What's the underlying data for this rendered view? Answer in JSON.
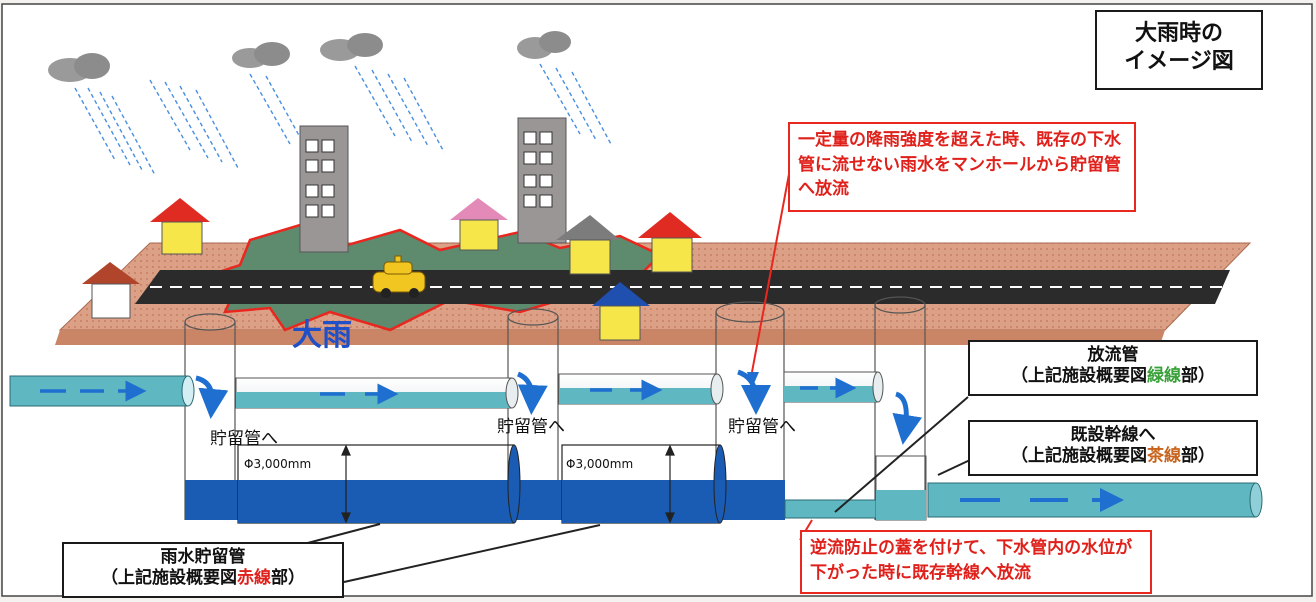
{
  "title_box": {
    "line1": "大雨時の",
    "line2": "イメージ図"
  },
  "callout_top": {
    "line1": "一定量の降雨強度を超えた時、既存の下水",
    "line2": "管に流せない雨水をマンホールから貯留管",
    "line3": "へ放流"
  },
  "callout_bottom": {
    "line1": "逆流防止の蓋を付けて、下水管内の水位が",
    "line2": "下がった時に既存幹線へ放流"
  },
  "heavy_rain_label": "大雨",
  "to_storage_label": "貯留管へ",
  "diameter_label": "Φ3,000mm",
  "discharge_pipe_box": {
    "title": "放流管",
    "line2_prefix": "（上記施設概要図",
    "line2_highlight": "緑線",
    "line2_suffix": "部）",
    "highlight_color": "#3aa13a"
  },
  "trunk_line_box": {
    "title": "既設幹線へ",
    "line2_prefix": "（上記施設概要図",
    "line2_highlight": "茶線",
    "line2_suffix": "部）",
    "highlight_color": "#c8641e"
  },
  "storage_pipe_box": {
    "title": "雨水貯留管",
    "line2_prefix": "（上記施設概要図",
    "line2_highlight": "赤線",
    "line2_suffix": "部）",
    "highlight_color": "#e0201b"
  },
  "colors": {
    "ground": "#d9a184",
    "road": "#2b2b2b",
    "flood": "#5e8a6e",
    "water": "#1a5cb3",
    "pipe_water": "#5fb7c2",
    "arrow": "#1f6fd0",
    "callout_red": "#e0201b"
  }
}
